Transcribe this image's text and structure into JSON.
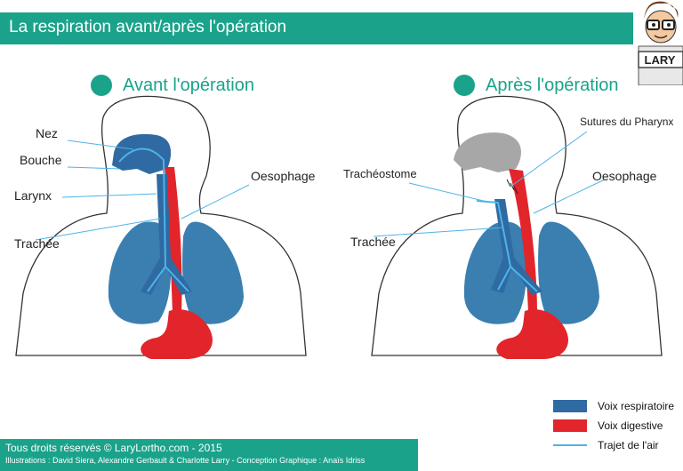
{
  "header": {
    "title": "La respiration avant/après l'opération"
  },
  "panels": [
    {
      "title": "Avant l'opération",
      "labels": {
        "nez": "Nez",
        "bouche": "Bouche",
        "larynx": "Larynx",
        "trachee": "Trachée",
        "oesophage": "Oesophage"
      }
    },
    {
      "title": "Après l'opération",
      "labels": {
        "sutures": "Sutures du Pharynx",
        "tracheostome": "Trachéostome",
        "oesophage": "Oesophage",
        "trachee": "Trachée"
      }
    }
  ],
  "legend": [
    {
      "label": "Voix respiratoire",
      "color": "#2f6aa3"
    },
    {
      "label": "Voix digestive",
      "color": "#e1252b"
    },
    {
      "label": "Trajet de l'air",
      "color": "#4fb3e8"
    }
  ],
  "footer": {
    "line1": "Tous droits réservés © LaryLortho.com - 2015",
    "line2": "Illustrations : David Siera, Alexandre Gerbault & Charlotte Larry - Conception Graphique : Anaïs Idriss"
  },
  "mascot": {
    "text": "LARY"
  },
  "colors": {
    "accent": "#1aa38a",
    "lung": "#3a7fb0",
    "digestive": "#e1252b",
    "air": "#4fb3e8",
    "resp": "#2f6aa3"
  }
}
